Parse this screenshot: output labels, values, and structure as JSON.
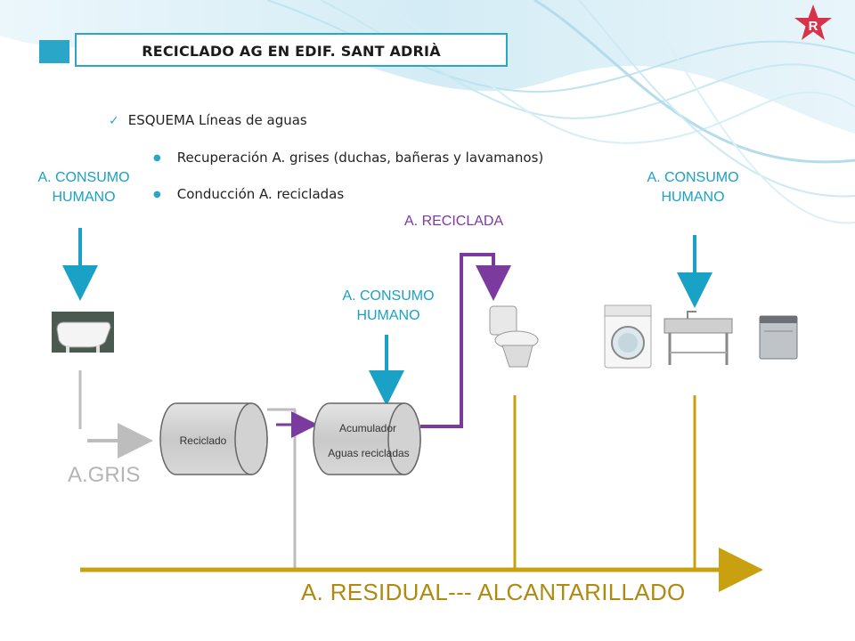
{
  "header": {
    "title": "RECICLADO AG EN EDIF. SANT ADRIÀ"
  },
  "content": {
    "checklist_item": "ESQUEMA Líneas de aguas",
    "bullets": [
      "Recuperación A. grises (duchas, bañeras y lavamanos)",
      "Conducción A. recicladas"
    ]
  },
  "diagram": {
    "consumo_left": "A. CONSUMO HUMANO",
    "consumo_middle": "A. CONSUMO HUMANO",
    "consumo_right": "A. CONSUMO HUMANO",
    "reciclada": "A. RECICLADA",
    "gris": "A.GRIS",
    "residual": "A. RESIDUAL--- ALCANTARILLADO",
    "tank_reciclado": "Reciclado",
    "tank_acumulador": "Acumulador",
    "tank_acumulador_sub": "Aguas recicladas"
  },
  "colors": {
    "accent": "#2aa6c9",
    "consumo": "#1aa1c6",
    "reciclada": "#7a3a9e",
    "residual": "#c9a010",
    "gris": "#bdbdbd"
  }
}
